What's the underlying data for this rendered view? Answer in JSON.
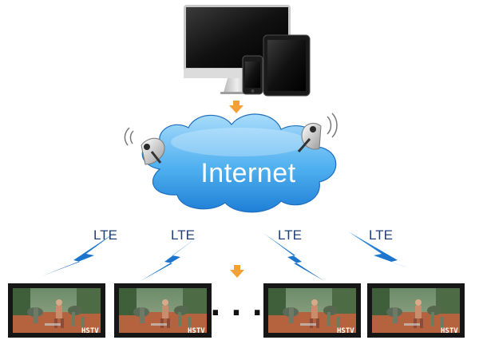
{
  "cloud": {
    "label": "Internet"
  },
  "links": [
    {
      "label": "LTE"
    },
    {
      "label": "LTE"
    },
    {
      "label": "LTE"
    },
    {
      "label": "LTE"
    }
  ],
  "screens": [
    {
      "watermark": "HSTV"
    },
    {
      "watermark": "HSTV"
    },
    {
      "watermark": "HSTV"
    },
    {
      "watermark": "HSTV"
    }
  ],
  "more_indicator": "· · ·",
  "colors": {
    "arrow": "#f3a136",
    "cloud_light": "#9fd6f8",
    "cloud_dark": "#2a8fe2",
    "lightning": "#1d7fd8",
    "screen_frame": "#161616"
  },
  "icons": {
    "source_devices": "desktop-tablet-phone-icon",
    "antenna_left": "satellite-dish-icon",
    "antenna_right": "satellite-dish-icon",
    "lightning": "lightning-bolt-icon",
    "flow_arrow": "arrow-down-icon"
  }
}
